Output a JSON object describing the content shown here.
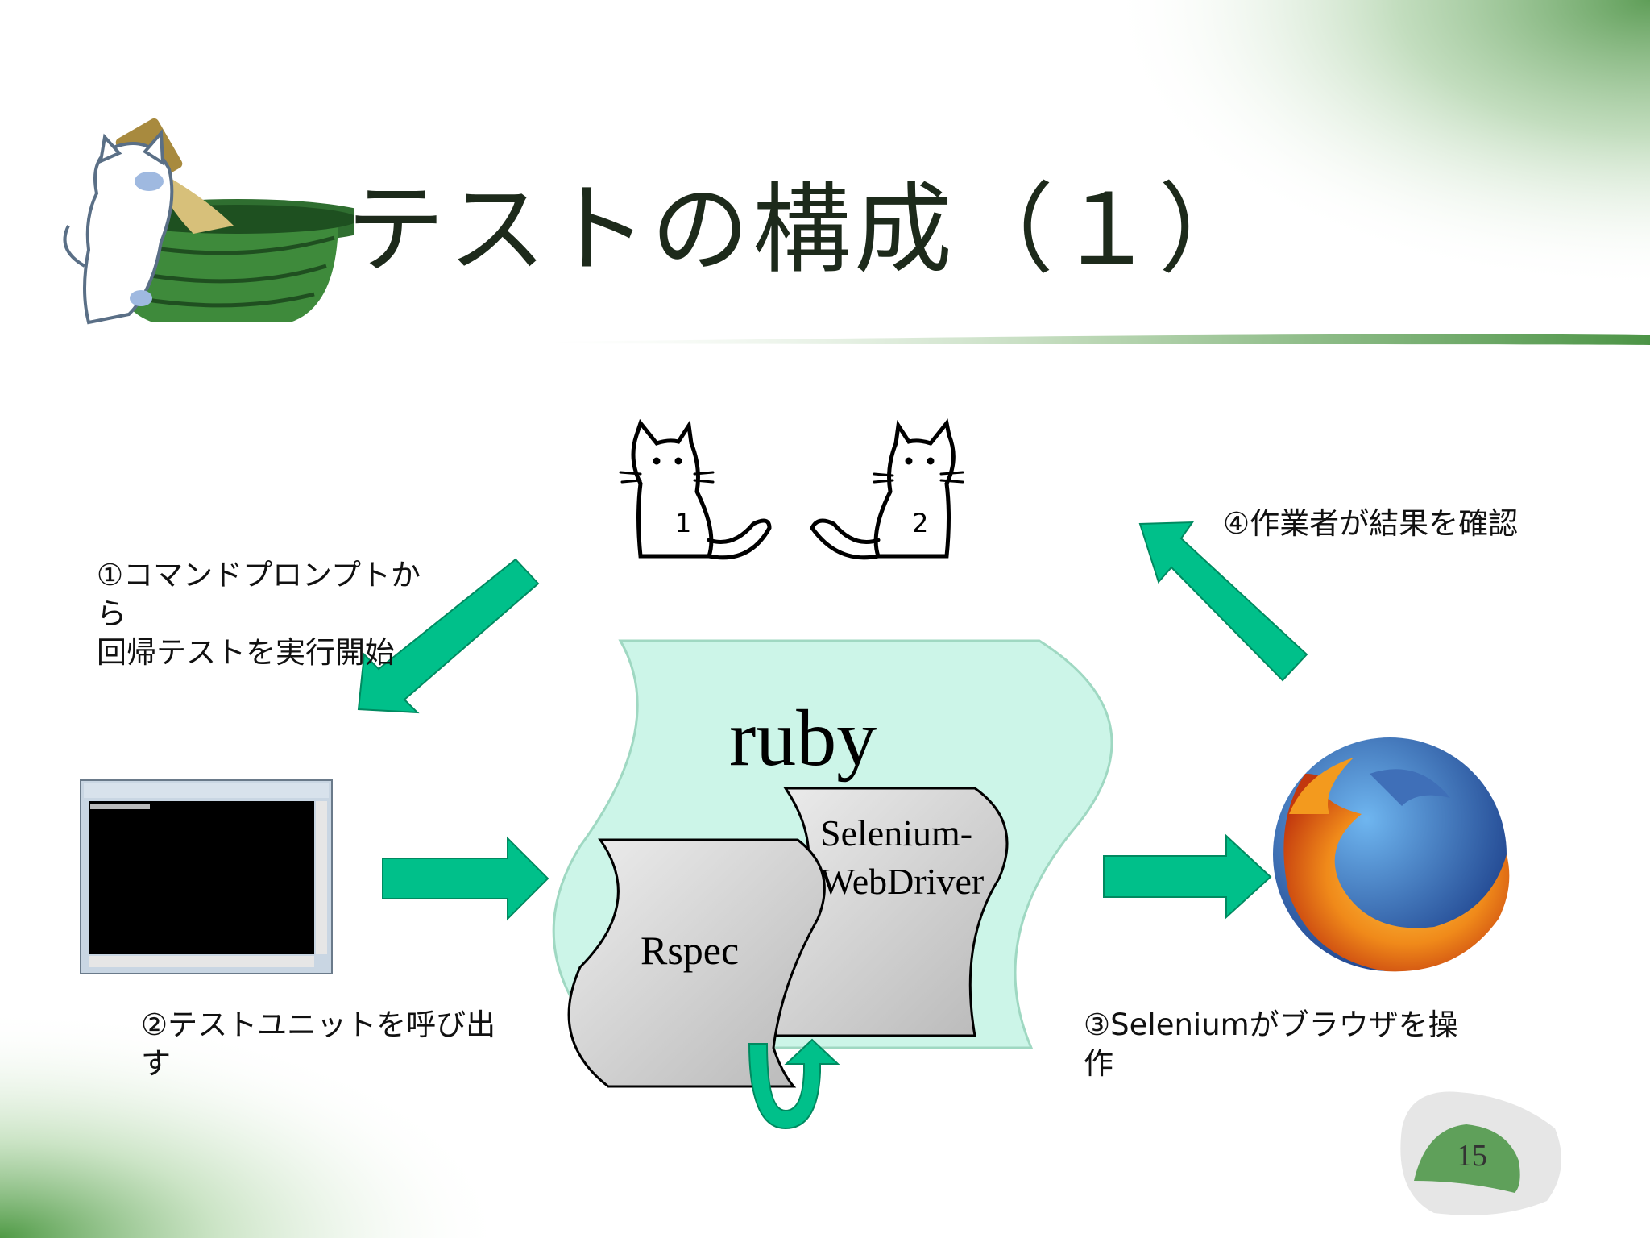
{
  "slide": {
    "title": "テストの構成（１）",
    "page_number": "15"
  },
  "steps": {
    "step1_line1": "①コマンドプロンプトか",
    "step1_line2": "ら",
    "step1_line3": "回帰テストを実行開始",
    "step2_line1": "②テストユニットを呼び出",
    "step2_line2": "す",
    "step3_line1": "③Seleniumがブラウザを操",
    "step3_line2": "作",
    "step4": "④作業者が結果を確認"
  },
  "components": {
    "ruby": "ruby",
    "selenium_line1": "Selenium-",
    "selenium_line2": "WebDriver",
    "rspec": "Rspec"
  },
  "cats": {
    "cat1_label": "1",
    "cat2_label": "2"
  },
  "colors": {
    "arrow": "#00c08a",
    "ruby_bg": "#ccf5e8",
    "accent_green": "#3d8a3a"
  }
}
